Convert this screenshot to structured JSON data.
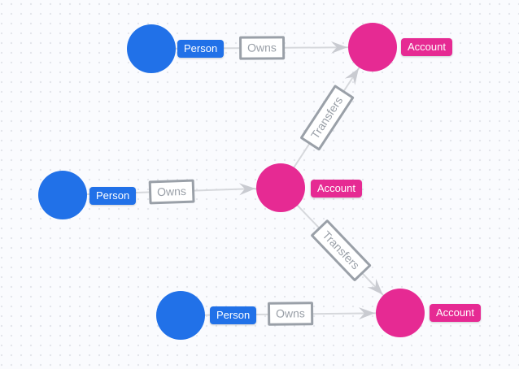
{
  "canvas": {
    "background_color": "#fafbfe",
    "dot_color": "#e4e6ec"
  },
  "nodes": [
    {
      "id": "person-1",
      "type": "Person",
      "label": "Person",
      "color": "#2171e8"
    },
    {
      "id": "person-2",
      "type": "Person",
      "label": "Person",
      "color": "#2171e8"
    },
    {
      "id": "person-3",
      "type": "Person",
      "label": "Person",
      "color": "#2171e8"
    },
    {
      "id": "account-1",
      "type": "Account",
      "label": "Account",
      "color": "#e62a93"
    },
    {
      "id": "account-2",
      "type": "Account",
      "label": "Account",
      "color": "#e62a93"
    },
    {
      "id": "account-3",
      "type": "Account",
      "label": "Account",
      "color": "#e62a93"
    }
  ],
  "edges": [
    {
      "id": "owns-1",
      "label": "Owns",
      "from": "person-1",
      "to": "account-1"
    },
    {
      "id": "owns-2",
      "label": "Owns",
      "from": "person-2",
      "to": "account-2"
    },
    {
      "id": "owns-3",
      "label": "Owns",
      "from": "person-3",
      "to": "account-3"
    },
    {
      "id": "transfers-1",
      "label": "Transfers",
      "from": "account-2",
      "to": "account-1"
    },
    {
      "id": "transfers-2",
      "label": "Transfers",
      "from": "account-2",
      "to": "account-3"
    }
  ],
  "edge_style": {
    "line_color": "#d6d8dc",
    "arrow_color": "#c9cbd1",
    "label_text_color": "#9aa0a8",
    "label_border_color": "#9aa0a8",
    "label_background": "#ffffff"
  }
}
